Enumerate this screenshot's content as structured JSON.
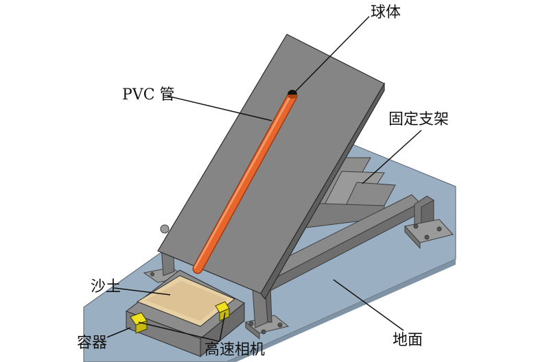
{
  "labels": {
    "ball": "球体",
    "pvc_pipe": "PVC 管",
    "fixed_support": "固定支架",
    "sand": "沙土",
    "container": "容器",
    "high_speed_camera": "高速相机",
    "ground": "地面"
  },
  "colors": {
    "ground": "#9aafc1",
    "board": "#858585",
    "support": "#8a8a8a",
    "pipe": "#e8662c",
    "sand": "#e6d0a4",
    "camera": "#f0e020",
    "leader_line": "#111111"
  }
}
